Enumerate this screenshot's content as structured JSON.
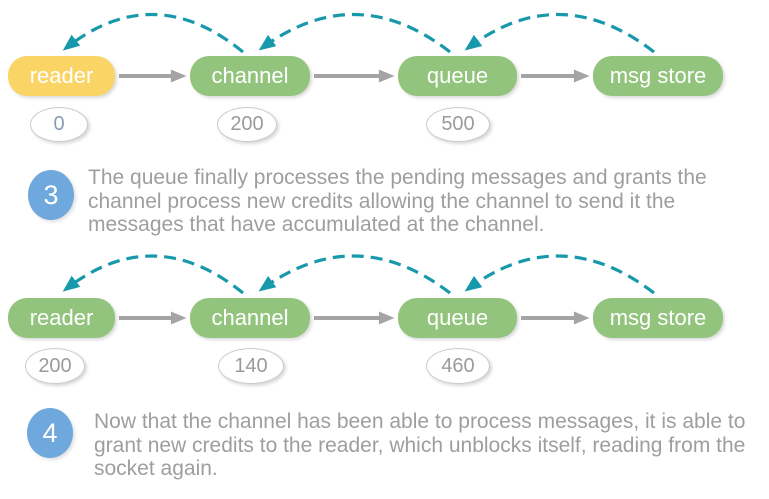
{
  "colors": {
    "node_green": "#93C47D",
    "node_yellow": "#FAD566",
    "credit_arc_teal": "#1799AB",
    "flow_arrow_gray": "#A4A4A4",
    "step_circle_blue": "#6FA8DC",
    "body_text_gray": "#9E9E9E",
    "badge_border_gray": "#CBCBCB",
    "badge_text_gray": "#9B9B9B",
    "node_label_white": "#FFFFFF"
  },
  "diagrams": [
    {
      "name": "credit-state-step-3",
      "nodes": [
        {
          "label": "reader",
          "fill": "#FAD566",
          "badge": "0",
          "badge_color": "#8A9BB4"
        },
        {
          "label": "channel",
          "fill": "#93C47D",
          "badge": "200",
          "badge_color": "#9B9B9B"
        },
        {
          "label": "queue",
          "fill": "#93C47D",
          "badge": "500",
          "badge_color": "#9B9B9B"
        },
        {
          "label": "msg store",
          "fill": "#93C47D"
        }
      ]
    },
    {
      "name": "credit-state-step-4",
      "nodes": [
        {
          "label": "reader",
          "fill": "#93C47D",
          "badge": "200",
          "badge_color": "#9B9B9B"
        },
        {
          "label": "channel",
          "fill": "#93C47D",
          "badge": "140",
          "badge_color": "#9B9B9B"
        },
        {
          "label": "queue",
          "fill": "#93C47D",
          "badge": "460",
          "badge_color": "#9B9B9B"
        },
        {
          "label": "msg store",
          "fill": "#93C47D"
        }
      ]
    }
  ],
  "steps": [
    {
      "number": "3",
      "lines": [
        "The queue finally processes the pending messages and grants the",
        "channel process new credits allowing the channel to send it the",
        "messages that have accumulated at the channel."
      ]
    },
    {
      "number": "4",
      "lines": [
        "Now that the channel has been able to process messages, it is able to",
        "grant new credits to the reader, which unblocks itself, reading from the",
        "socket again."
      ]
    }
  ]
}
